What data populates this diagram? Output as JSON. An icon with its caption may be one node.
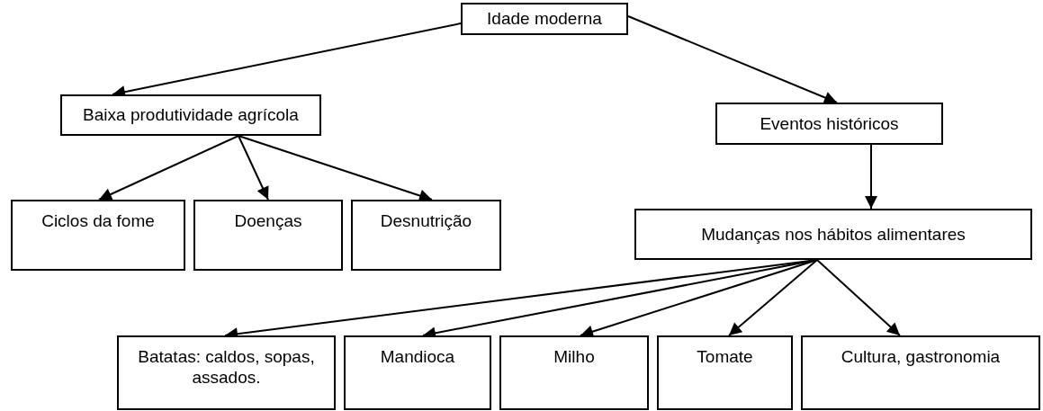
{
  "diagram": {
    "nodes": [
      {
        "text": [
          "Idade moderna"
        ]
      },
      {
        "text": [
          "Baixa produtividade agrícola"
        ]
      },
      {
        "text": [
          "Eventos históricos"
        ]
      },
      {
        "text": [
          "Ciclos da fome"
        ]
      },
      {
        "text": [
          "Doenças"
        ]
      },
      {
        "text": [
          "Desnutrição"
        ]
      },
      {
        "text": [
          "Mudanças nos hábitos alimentares"
        ]
      },
      {
        "text": [
          "Batatas: caldos, sopas, assados."
        ]
      },
      {
        "text": [
          "Mandioca"
        ]
      },
      {
        "text": [
          "Milho"
        ]
      },
      {
        "text": [
          "Tomate"
        ]
      },
      {
        "text": [
          "Cultura, gastronomia"
        ]
      }
    ],
    "edges": [
      {
        "from": 0,
        "to": 1,
        "arrow": "to"
      },
      {
        "from": 0,
        "to": 2,
        "arrow": "to"
      },
      {
        "from": 1,
        "to": 3,
        "arrow": "to"
      },
      {
        "from": 1,
        "to": 4,
        "arrow": "to"
      },
      {
        "from": 1,
        "to": 5,
        "arrow": "to"
      },
      {
        "from": 2,
        "to": 6,
        "arrow": "to"
      },
      {
        "from": 6,
        "to": 7,
        "arrow": "to"
      },
      {
        "from": 6,
        "to": 8,
        "arrow": "to"
      },
      {
        "from": 6,
        "to": 9,
        "arrow": "to"
      },
      {
        "from": 6,
        "to": 10,
        "arrow": "to"
      },
      {
        "from": 6,
        "to": 11,
        "arrow": "to"
      }
    ]
  }
}
